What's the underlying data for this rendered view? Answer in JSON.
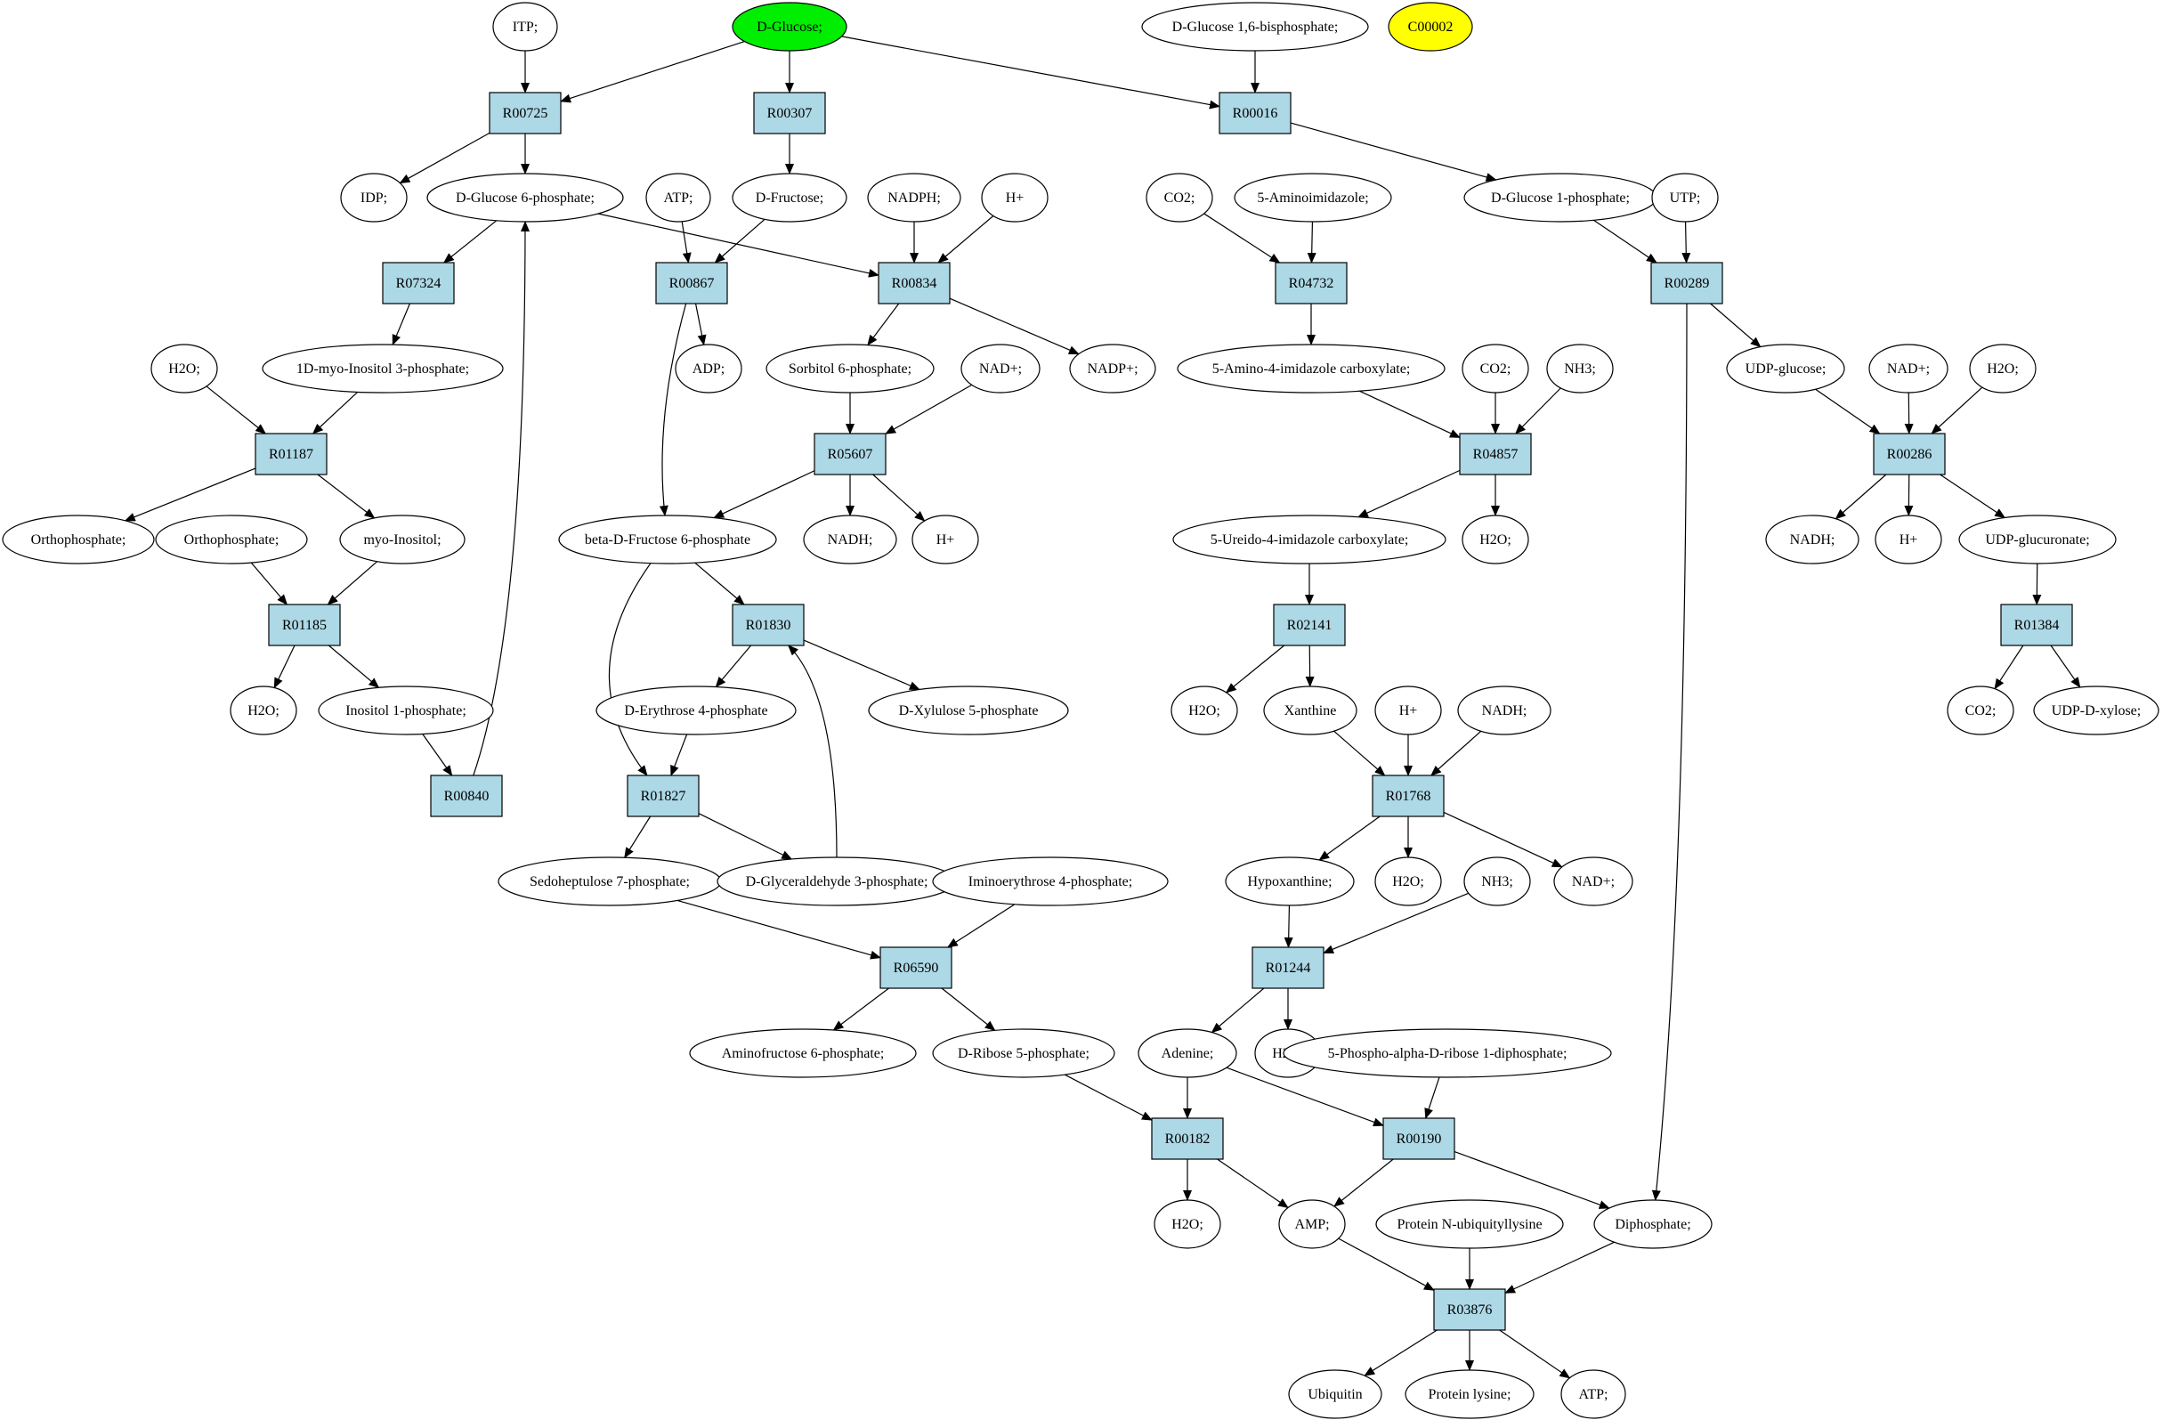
{
  "colors": {
    "reaction_fill": "#add8e6",
    "start_fill": "#00ee00",
    "highlight_fill": "#ffff00",
    "compound_fill": "#ffffff",
    "stroke": "#000000"
  },
  "nodes": [
    {
      "id": "ITP",
      "label": "ITP;",
      "kind": "compound"
    },
    {
      "id": "DGLC",
      "label": "D-Glucose;",
      "kind": "start"
    },
    {
      "id": "DG16BP",
      "label": "D-Glucose 1,6-bisphosphate;",
      "kind": "compound"
    },
    {
      "id": "C00002",
      "label": "C00002",
      "kind": "highlight"
    },
    {
      "id": "R00725",
      "label": "R00725",
      "kind": "reaction"
    },
    {
      "id": "R00307",
      "label": "R00307",
      "kind": "reaction"
    },
    {
      "id": "R00016",
      "label": "R00016",
      "kind": "reaction"
    },
    {
      "id": "IDP",
      "label": "IDP;",
      "kind": "compound"
    },
    {
      "id": "DG6P",
      "label": "D-Glucose 6-phosphate;",
      "kind": "compound"
    },
    {
      "id": "ATP1",
      "label": "ATP;",
      "kind": "compound"
    },
    {
      "id": "DFRU",
      "label": "D-Fructose;",
      "kind": "compound"
    },
    {
      "id": "NADPH",
      "label": "NADPH;",
      "kind": "compound"
    },
    {
      "id": "HP1",
      "label": "H+",
      "kind": "compound"
    },
    {
      "id": "CO2a",
      "label": "CO2;",
      "kind": "compound"
    },
    {
      "id": "AIMID",
      "label": "5-Aminoimidazole;",
      "kind": "compound"
    },
    {
      "id": "DG1P",
      "label": "D-Glucose 1-phosphate;",
      "kind": "compound"
    },
    {
      "id": "UTP",
      "label": "UTP;",
      "kind": "compound"
    },
    {
      "id": "R07324",
      "label": "R07324",
      "kind": "reaction"
    },
    {
      "id": "R00867",
      "label": "R00867",
      "kind": "reaction"
    },
    {
      "id": "R00834",
      "label": "R00834",
      "kind": "reaction"
    },
    {
      "id": "R04732",
      "label": "R04732",
      "kind": "reaction"
    },
    {
      "id": "R00289",
      "label": "R00289",
      "kind": "reaction"
    },
    {
      "id": "H2Oa",
      "label": "H2O;",
      "kind": "compound"
    },
    {
      "id": "MI3P",
      "label": "1D-myo-Inositol 3-phosphate;",
      "kind": "compound"
    },
    {
      "id": "ADP",
      "label": "ADP;",
      "kind": "compound"
    },
    {
      "id": "S6P",
      "label": "Sorbitol 6-phosphate;",
      "kind": "compound"
    },
    {
      "id": "NADP1",
      "label": "NAD+;",
      "kind": "compound"
    },
    {
      "id": "NADPP",
      "label": "NADP+;",
      "kind": "compound"
    },
    {
      "id": "AICARB",
      "label": "5-Amino-4-imidazole carboxylate;",
      "kind": "compound"
    },
    {
      "id": "CO2b",
      "label": "CO2;",
      "kind": "compound"
    },
    {
      "id": "NH3a",
      "label": "NH3;",
      "kind": "compound"
    },
    {
      "id": "UDPG",
      "label": "UDP-glucose;",
      "kind": "compound"
    },
    {
      "id": "NADP2",
      "label": "NAD+;",
      "kind": "compound"
    },
    {
      "id": "H2Ob",
      "label": "H2O;",
      "kind": "compound"
    },
    {
      "id": "R01187",
      "label": "R01187",
      "kind": "reaction"
    },
    {
      "id": "R05607",
      "label": "R05607",
      "kind": "reaction"
    },
    {
      "id": "R04857",
      "label": "R04857",
      "kind": "reaction"
    },
    {
      "id": "R00286",
      "label": "R00286",
      "kind": "reaction"
    },
    {
      "id": "OPa",
      "label": "Orthophosphate;",
      "kind": "compound"
    },
    {
      "id": "OPb",
      "label": "Orthophosphate;",
      "kind": "compound"
    },
    {
      "id": "MYOI",
      "label": "myo-Inositol;",
      "kind": "compound"
    },
    {
      "id": "BDF6P",
      "label": "beta-D-Fructose 6-phosphate",
      "kind": "compound"
    },
    {
      "id": "NADHa",
      "label": "NADH;",
      "kind": "compound"
    },
    {
      "id": "HP2",
      "label": "H+",
      "kind": "compound"
    },
    {
      "id": "UICARB",
      "label": "5-Ureido-4-imidazole carboxylate;",
      "kind": "compound"
    },
    {
      "id": "H2Oc",
      "label": "H2O;",
      "kind": "compound"
    },
    {
      "id": "NADHb",
      "label": "NADH;",
      "kind": "compound"
    },
    {
      "id": "HP3",
      "label": "H+",
      "kind": "compound"
    },
    {
      "id": "UDPGA",
      "label": "UDP-glucuronate;",
      "kind": "compound"
    },
    {
      "id": "R01185",
      "label": "R01185",
      "kind": "reaction"
    },
    {
      "id": "R01830",
      "label": "R01830",
      "kind": "reaction"
    },
    {
      "id": "R02141",
      "label": "R02141",
      "kind": "reaction"
    },
    {
      "id": "R01384",
      "label": "R01384",
      "kind": "reaction"
    },
    {
      "id": "H2Od",
      "label": "H2O;",
      "kind": "compound"
    },
    {
      "id": "INO1P",
      "label": "Inositol 1-phosphate;",
      "kind": "compound"
    },
    {
      "id": "DE4P",
      "label": "D-Erythrose 4-phosphate",
      "kind": "compound"
    },
    {
      "id": "DX5P",
      "label": "D-Xylulose 5-phosphate",
      "kind": "compound"
    },
    {
      "id": "H2Oe",
      "label": "H2O;",
      "kind": "compound"
    },
    {
      "id": "XAN",
      "label": "Xanthine",
      "kind": "compound"
    },
    {
      "id": "HP4",
      "label": "H+",
      "kind": "compound"
    },
    {
      "id": "NADHc",
      "label": "NADH;",
      "kind": "compound"
    },
    {
      "id": "CO2c",
      "label": "CO2;",
      "kind": "compound"
    },
    {
      "id": "UDPX",
      "label": "UDP-D-xylose;",
      "kind": "compound"
    },
    {
      "id": "R00840",
      "label": "R00840",
      "kind": "reaction"
    },
    {
      "id": "R01827",
      "label": "R01827",
      "kind": "reaction"
    },
    {
      "id": "R01768",
      "label": "R01768",
      "kind": "reaction"
    },
    {
      "id": "S7P",
      "label": "Sedoheptulose 7-phosphate;",
      "kind": "compound"
    },
    {
      "id": "GA3P",
      "label": "D-Glyceraldehyde 3-phosphate;",
      "kind": "compound"
    },
    {
      "id": "IE4P",
      "label": "Iminoerythrose 4-phosphate;",
      "kind": "compound"
    },
    {
      "id": "HYPX",
      "label": "Hypoxanthine;",
      "kind": "compound"
    },
    {
      "id": "H2Of",
      "label": "H2O;",
      "kind": "compound"
    },
    {
      "id": "NH3b",
      "label": "NH3;",
      "kind": "compound"
    },
    {
      "id": "NADP3",
      "label": "NAD+;",
      "kind": "compound"
    },
    {
      "id": "R06590",
      "label": "R06590",
      "kind": "reaction"
    },
    {
      "id": "R01244",
      "label": "R01244",
      "kind": "reaction"
    },
    {
      "id": "AF6P",
      "label": "Aminofructose 6-phosphate;",
      "kind": "compound"
    },
    {
      "id": "DR5P",
      "label": "D-Ribose 5-phosphate;",
      "kind": "compound"
    },
    {
      "id": "ADEN",
      "label": "Adenine;",
      "kind": "compound"
    },
    {
      "id": "H2Og",
      "label": "H2O;",
      "kind": "compound"
    },
    {
      "id": "PRPP",
      "label": "5-Phospho-alpha-D-ribose 1-diphosphate;",
      "kind": "compound"
    },
    {
      "id": "R00182",
      "label": "R00182",
      "kind": "reaction"
    },
    {
      "id": "R00190",
      "label": "R00190",
      "kind": "reaction"
    },
    {
      "id": "H2Oh",
      "label": "H2O;",
      "kind": "compound"
    },
    {
      "id": "AMP",
      "label": "AMP;",
      "kind": "compound"
    },
    {
      "id": "PNUL",
      "label": "Protein N-ubiquityllysine",
      "kind": "compound"
    },
    {
      "id": "DIPH",
      "label": "Diphosphate;",
      "kind": "compound"
    },
    {
      "id": "R03876",
      "label": "R03876",
      "kind": "reaction"
    },
    {
      "id": "UBQ",
      "label": "Ubiquitin",
      "kind": "compound"
    },
    {
      "id": "PLYS",
      "label": "Protein lysine;",
      "kind": "compound"
    },
    {
      "id": "ATP2",
      "label": "ATP;",
      "kind": "compound"
    }
  ],
  "edges": [
    [
      "ITP",
      "R00725"
    ],
    [
      "DGLC",
      "R00725"
    ],
    [
      "DGLC",
      "R00307"
    ],
    [
      "DGLC",
      "R00016"
    ],
    [
      "DG16BP",
      "R00016"
    ],
    [
      "R00725",
      "IDP"
    ],
    [
      "R00725",
      "DG6P"
    ],
    [
      "R00307",
      "DFRU"
    ],
    [
      "R00016",
      "DG1P"
    ],
    [
      "DG6P",
      "R07324"
    ],
    [
      "DG6P",
      "R00834"
    ],
    [
      "ATP1",
      "R00867"
    ],
    [
      "DFRU",
      "R00867"
    ],
    [
      "NADPH",
      "R00834"
    ],
    [
      "HP1",
      "R00834"
    ],
    [
      "CO2a",
      "R04732"
    ],
    [
      "AIMID",
      "R04732"
    ],
    [
      "DG1P",
      "R00289"
    ],
    [
      "UTP",
      "R00289"
    ],
    [
      "R07324",
      "MI3P"
    ],
    [
      "R00867",
      "ADP"
    ],
    [
      "R00867",
      "BDF6P"
    ],
    [
      "R00834",
      "S6P"
    ],
    [
      "R00834",
      "NADPP"
    ],
    [
      "R04732",
      "AICARB"
    ],
    [
      "R00289",
      "UDPG"
    ],
    [
      "R00289",
      "DIPH"
    ],
    [
      "H2Oa",
      "R01187"
    ],
    [
      "MI3P",
      "R01187"
    ],
    [
      "S6P",
      "R05607"
    ],
    [
      "NADP1",
      "R05607"
    ],
    [
      "AICARB",
      "R04857"
    ],
    [
      "CO2b",
      "R04857"
    ],
    [
      "NH3a",
      "R04857"
    ],
    [
      "UDPG",
      "R00286"
    ],
    [
      "NADP2",
      "R00286"
    ],
    [
      "H2Ob",
      "R00286"
    ],
    [
      "R01187",
      "OPa"
    ],
    [
      "R01187",
      "MYOI"
    ],
    [
      "OPb",
      "R01185"
    ],
    [
      "MYOI",
      "R01185"
    ],
    [
      "R05607",
      "BDF6P"
    ],
    [
      "R05607",
      "NADHa"
    ],
    [
      "R05607",
      "HP2"
    ],
    [
      "R04857",
      "UICARB"
    ],
    [
      "R04857",
      "H2Oc"
    ],
    [
      "R00286",
      "NADHb"
    ],
    [
      "R00286",
      "HP3"
    ],
    [
      "R00286",
      "UDPGA"
    ],
    [
      "R01185",
      "H2Od"
    ],
    [
      "R01185",
      "INO1P"
    ],
    [
      "INO1P",
      "R00840"
    ],
    [
      "R00840",
      "DG6P"
    ],
    [
      "BDF6P",
      "R01830"
    ],
    [
      "BDF6P",
      "R01827"
    ],
    [
      "R01830",
      "DE4P"
    ],
    [
      "R01830",
      "DX5P"
    ],
    [
      "UICARB",
      "R02141"
    ],
    [
      "UDPGA",
      "R01384"
    ],
    [
      "R02141",
      "H2Oe"
    ],
    [
      "R02141",
      "XAN"
    ],
    [
      "R01384",
      "CO2c"
    ],
    [
      "R01384",
      "UDPX"
    ],
    [
      "DE4P",
      "R01827"
    ],
    [
      "GA3P",
      "R01830"
    ],
    [
      "XAN",
      "R01768"
    ],
    [
      "HP4",
      "R01768"
    ],
    [
      "NADHc",
      "R01768"
    ],
    [
      "R01827",
      "S7P"
    ],
    [
      "R01827",
      "GA3P"
    ],
    [
      "R01768",
      "HYPX"
    ],
    [
      "R01768",
      "H2Of"
    ],
    [
      "R01768",
      "NADP3"
    ],
    [
      "S7P",
      "R06590"
    ],
    [
      "IE4P",
      "R06590"
    ],
    [
      "HYPX",
      "R01244"
    ],
    [
      "NH3b",
      "R01244"
    ],
    [
      "R06590",
      "AF6P"
    ],
    [
      "R06590",
      "DR5P"
    ],
    [
      "R01244",
      "ADEN"
    ],
    [
      "R01244",
      "H2Og"
    ],
    [
      "DR5P",
      "R00182"
    ],
    [
      "ADEN",
      "R00182"
    ],
    [
      "ADEN",
      "R00190"
    ],
    [
      "PRPP",
      "R00190"
    ],
    [
      "R00182",
      "H2Oh"
    ],
    [
      "R00182",
      "AMP"
    ],
    [
      "R00190",
      "AMP"
    ],
    [
      "R00190",
      "DIPH"
    ],
    [
      "AMP",
      "R03876"
    ],
    [
      "PNUL",
      "R03876"
    ],
    [
      "DIPH",
      "R03876"
    ],
    [
      "R03876",
      "UBQ"
    ],
    [
      "R03876",
      "PLYS"
    ],
    [
      "R03876",
      "ATP2"
    ]
  ]
}
